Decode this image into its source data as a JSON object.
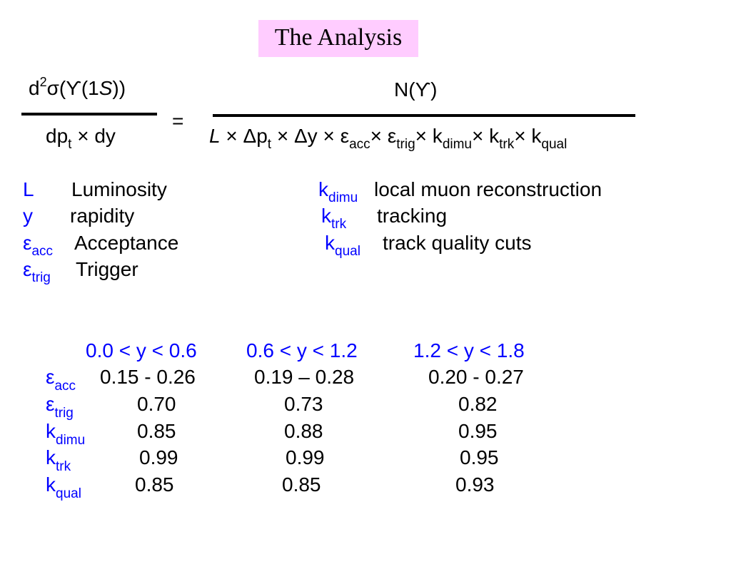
{
  "title": "The Analysis",
  "formula": {
    "numerator_left": {
      "d": "d",
      "sup": "2",
      "sigma": "σ(ϒ(1",
      "S": "S",
      "close": "))"
    },
    "numerator_right": "N(ϒ)",
    "equals": "=",
    "denominator_left": {
      "dp": "dp",
      "t": "t",
      "rest": " × dy"
    },
    "denominator_right": {
      "L": "L",
      "a": " × Δp",
      "t": "t",
      "b": " × Δy × ε",
      "acc": "acc",
      "c": "× ε",
      "trig": "trig",
      "d": "× k",
      "dimu": "dimu",
      "e": "× k",
      "trk": "trk",
      "f": "× k",
      "qual": "qual"
    }
  },
  "legend": {
    "left": [
      {
        "symbol": "L",
        "sub": "",
        "desc": "Luminosity"
      },
      {
        "symbol": "y",
        "sub": "",
        "desc": "rapidity"
      },
      {
        "symbol": "ε",
        "sub": "acc",
        "desc": "Acceptance"
      },
      {
        "symbol": "ε",
        "sub": "trig",
        "desc": "Trigger"
      }
    ],
    "right": [
      {
        "symbol": "k",
        "sub": "dimu",
        "desc": "local muon reconstruction"
      },
      {
        "symbol": "k",
        "sub": "trk",
        "desc": "tracking"
      },
      {
        "symbol": "k",
        "sub": "qual",
        "desc": "track quality cuts"
      }
    ]
  },
  "table": {
    "headers": [
      "0.0 < y < 0.6",
      "0.6 < y < 1.2",
      "1.2 < y < 1.8"
    ],
    "rows": [
      {
        "symbol": "ε",
        "sub": "acc",
        "values": [
          "0.15 - 0.26",
          "0.19 – 0.28",
          "0.20 - 0.27"
        ]
      },
      {
        "symbol": "ε",
        "sub": "trig",
        "values": [
          "0.70",
          "0.73",
          "0.82"
        ]
      },
      {
        "symbol": "k",
        "sub": "dimu",
        "values": [
          "0.85",
          "0.88",
          "0.95"
        ]
      },
      {
        "symbol": "k",
        "sub": "trk",
        "values": [
          "0.99",
          "0.99",
          "0.95"
        ]
      },
      {
        "symbol": "k",
        "sub": "qual",
        "values": [
          "0.85",
          "0.85",
          "0.93"
        ]
      }
    ]
  },
  "colors": {
    "title_bg": "#ffccff",
    "accent": "#0000ff",
    "text": "#000000"
  }
}
